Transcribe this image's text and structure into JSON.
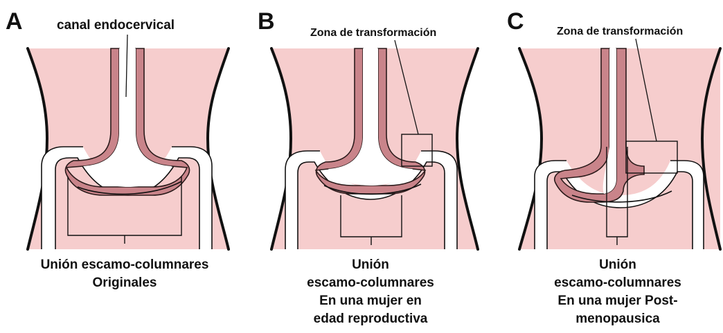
{
  "panels": [
    {
      "letter": "A",
      "callout": "canal endocervical",
      "caption_lines": [
        "Unión escamo-columnares",
        "Originales"
      ]
    },
    {
      "letter": "B",
      "callout": "Zona de transformación",
      "caption_lines": [
        "Unión",
        "escamo-columnares",
        "En una mujer en",
        "edad reproductiva"
      ]
    },
    {
      "letter": "C",
      "callout": "Zona de transformación",
      "caption_lines": [
        "Unión",
        "escamo-columnares",
        "En una mujer Post-",
        "menopausica"
      ]
    }
  ],
  "colors": {
    "tissue": "#f6cdcd",
    "columnar_epithelium": "#c9848a",
    "outline": "#111111",
    "background": "#ffffff"
  }
}
